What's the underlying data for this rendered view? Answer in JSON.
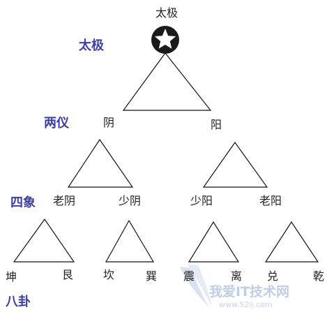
{
  "diagram": {
    "root_label": "太极",
    "icon": "star-icon",
    "levels": {
      "taiji": "太极",
      "liangyi": "两仪",
      "sixiang": "四象",
      "bagua": "八卦"
    },
    "liangyi": {
      "yin": "阴",
      "yang": "阳"
    },
    "sixiang": {
      "old_yin": "老阴",
      "young_yin": "少阴",
      "young_yang": "少阳",
      "old_yang": "老阳"
    },
    "bagua": {
      "kun": "坤",
      "gen": "艮",
      "kan": "坎",
      "xun": "巽",
      "zhen": "震",
      "li": "离",
      "dui": "兑",
      "qian": "乾"
    },
    "colors": {
      "level_label": "#3d3fa6",
      "line": "#111111",
      "icon_fill": "#1a1a1a",
      "watermark": "#b9c9e4"
    }
  },
  "watermark": {
    "text": "我爱IT技术网",
    "url": "www.52ij.com"
  }
}
